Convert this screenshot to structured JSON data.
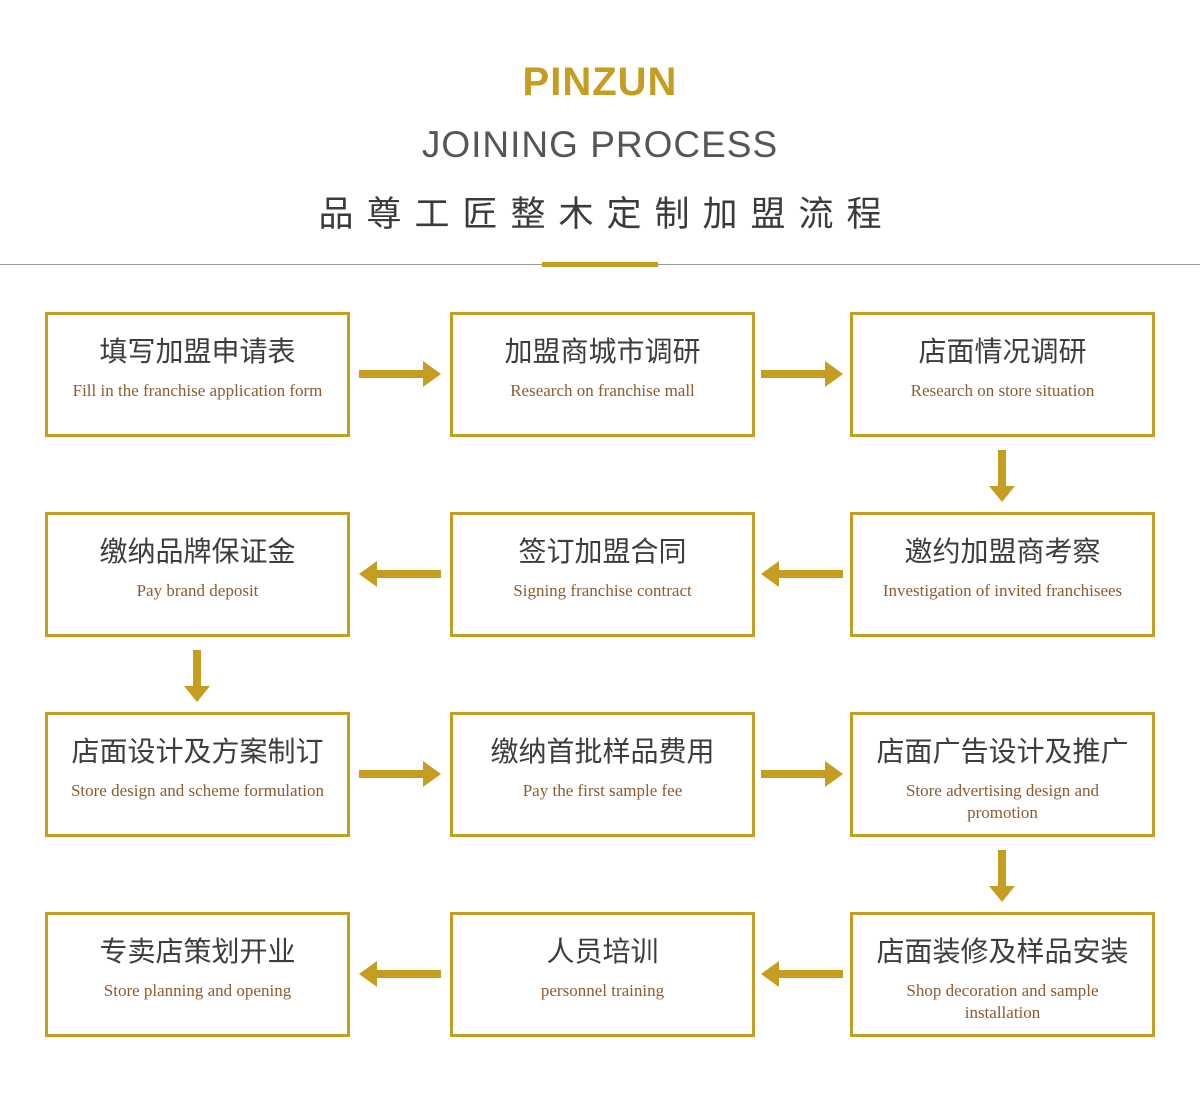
{
  "header": {
    "brand": "PINZUN",
    "subtitle": "JOINING PROCESS",
    "title_zh": "品尊工匠整木定制加盟流程"
  },
  "colors": {
    "gold": "#C49D21",
    "heading_gray": "#55565A",
    "title_dark": "#3B3B3C",
    "text_dark": "#3D3D3D",
    "english_brown": "#8D5B30",
    "divider_gray": "#9B9B9B"
  },
  "flow": {
    "rows": [
      {
        "direction": "right",
        "steps": [
          {
            "zh": "填写加盟申请表",
            "en": "Fill in the franchise application form"
          },
          {
            "zh": "加盟商城市调研",
            "en": "Research on franchise mall"
          },
          {
            "zh": "店面情况调研",
            "en": "Research on store situation"
          }
        ]
      },
      {
        "direction": "left",
        "steps": [
          {
            "zh": "缴纳品牌保证金",
            "en": "Pay brand deposit"
          },
          {
            "zh": "签订加盟合同",
            "en": "Signing franchise contract"
          },
          {
            "zh": "邀约加盟商考察",
            "en": "Investigation of invited franchisees"
          }
        ]
      },
      {
        "direction": "right",
        "steps": [
          {
            "zh": "店面设计及方案制订",
            "en": "Store design and scheme formulation"
          },
          {
            "zh": "缴纳首批样品费用",
            "en": "Pay the first sample fee"
          },
          {
            "zh": "店面广告设计及推广",
            "en": "Store advertising design and promotion"
          }
        ]
      },
      {
        "direction": "left",
        "steps": [
          {
            "zh": "专卖店策划开业",
            "en": "Store planning and opening"
          },
          {
            "zh": "人员培训",
            "en": "personnel training"
          },
          {
            "zh": "店面装修及样品安装",
            "en": "Shop decoration and sample installation"
          }
        ]
      }
    ]
  }
}
